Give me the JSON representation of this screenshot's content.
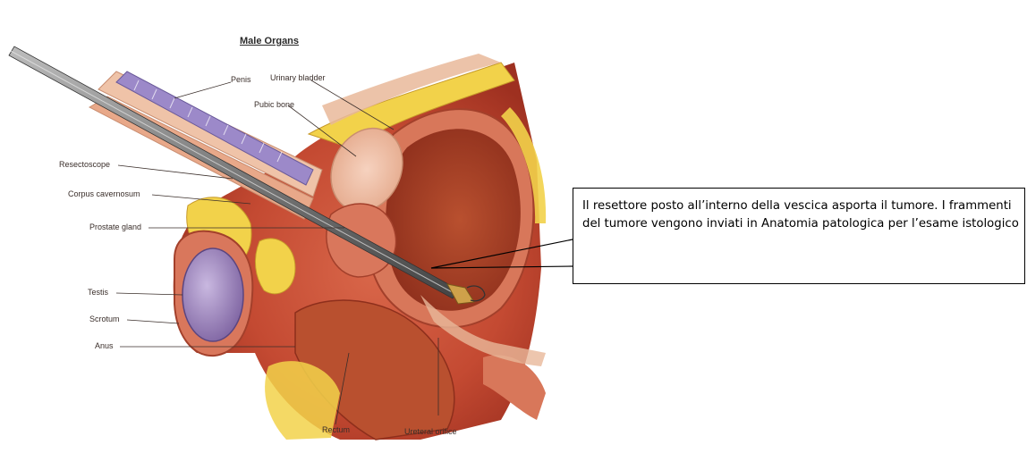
{
  "figure": {
    "title": "Male Organs",
    "labels": {
      "penis": "Penis",
      "urinary_bladder": "Urinary bladder",
      "pubic_bone": "Pubic bone",
      "resectoscope": "Resectoscope",
      "corpus_cavernosum": "Corpus cavernosum",
      "prostate_gland": "Prostate gland",
      "testis": "Testis",
      "scrotum": "Scrotum",
      "anus": "Anus",
      "rectum": "Rectum",
      "ureteral_orifice": "Ureteral orifice"
    },
    "colors": {
      "tissue_red": "#c0392b",
      "tissue_light": "#e8a889",
      "fat_yellow": "#f2d24a",
      "bladder_lumen": "#a8412a",
      "shaft_blue": "#9c89c9",
      "testis_purple": "#8e7ab5",
      "instrument": "#6d6d6d"
    }
  },
  "callout": {
    "text": "Il resettore posto all’interno della vescica asporta il tumore. I frammenti del tumore vengono inviati in Anatomia patologica per l’esame istologico"
  }
}
